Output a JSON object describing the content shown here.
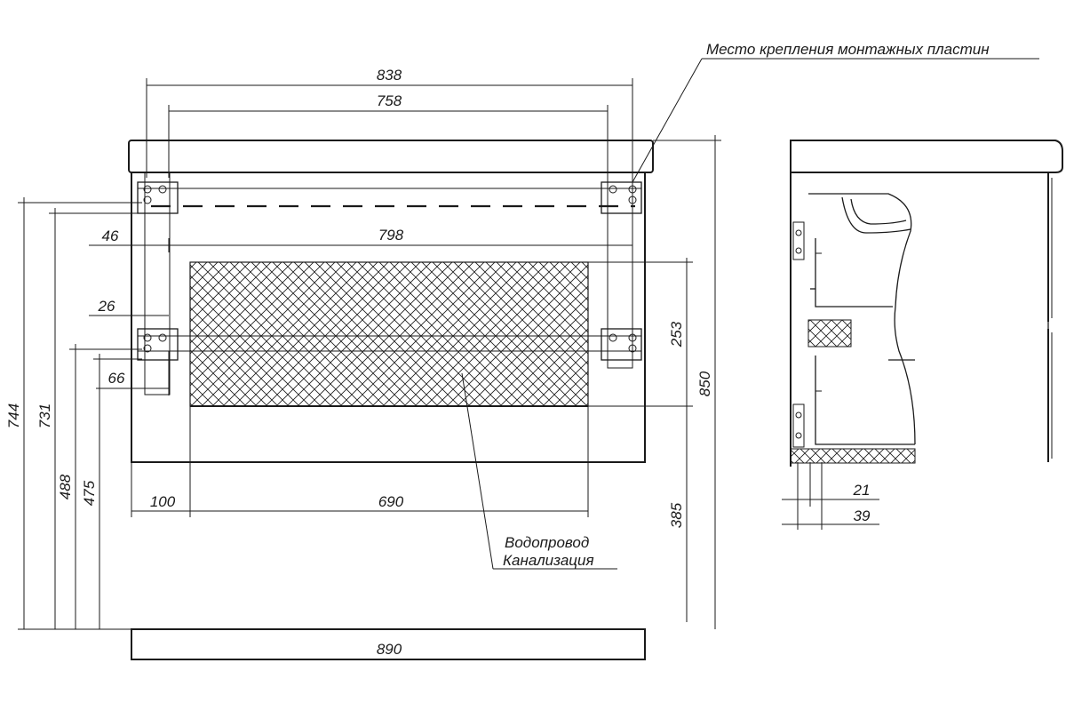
{
  "labels": {
    "mounting_plates": "Место крепления монтажных пластин",
    "water_supply": "Водопровод",
    "sewage": "Канализация"
  },
  "dimensions": {
    "d838": "838",
    "d758": "758",
    "d798": "798",
    "d46": "46",
    "d26": "26",
    "d66": "66",
    "d253": "253",
    "d850": "850",
    "d744": "744",
    "d731": "731",
    "d488": "488",
    "d475": "475",
    "d100": "100",
    "d690": "690",
    "d385": "385",
    "d890": "890",
    "d21": "21",
    "d39": "39"
  }
}
